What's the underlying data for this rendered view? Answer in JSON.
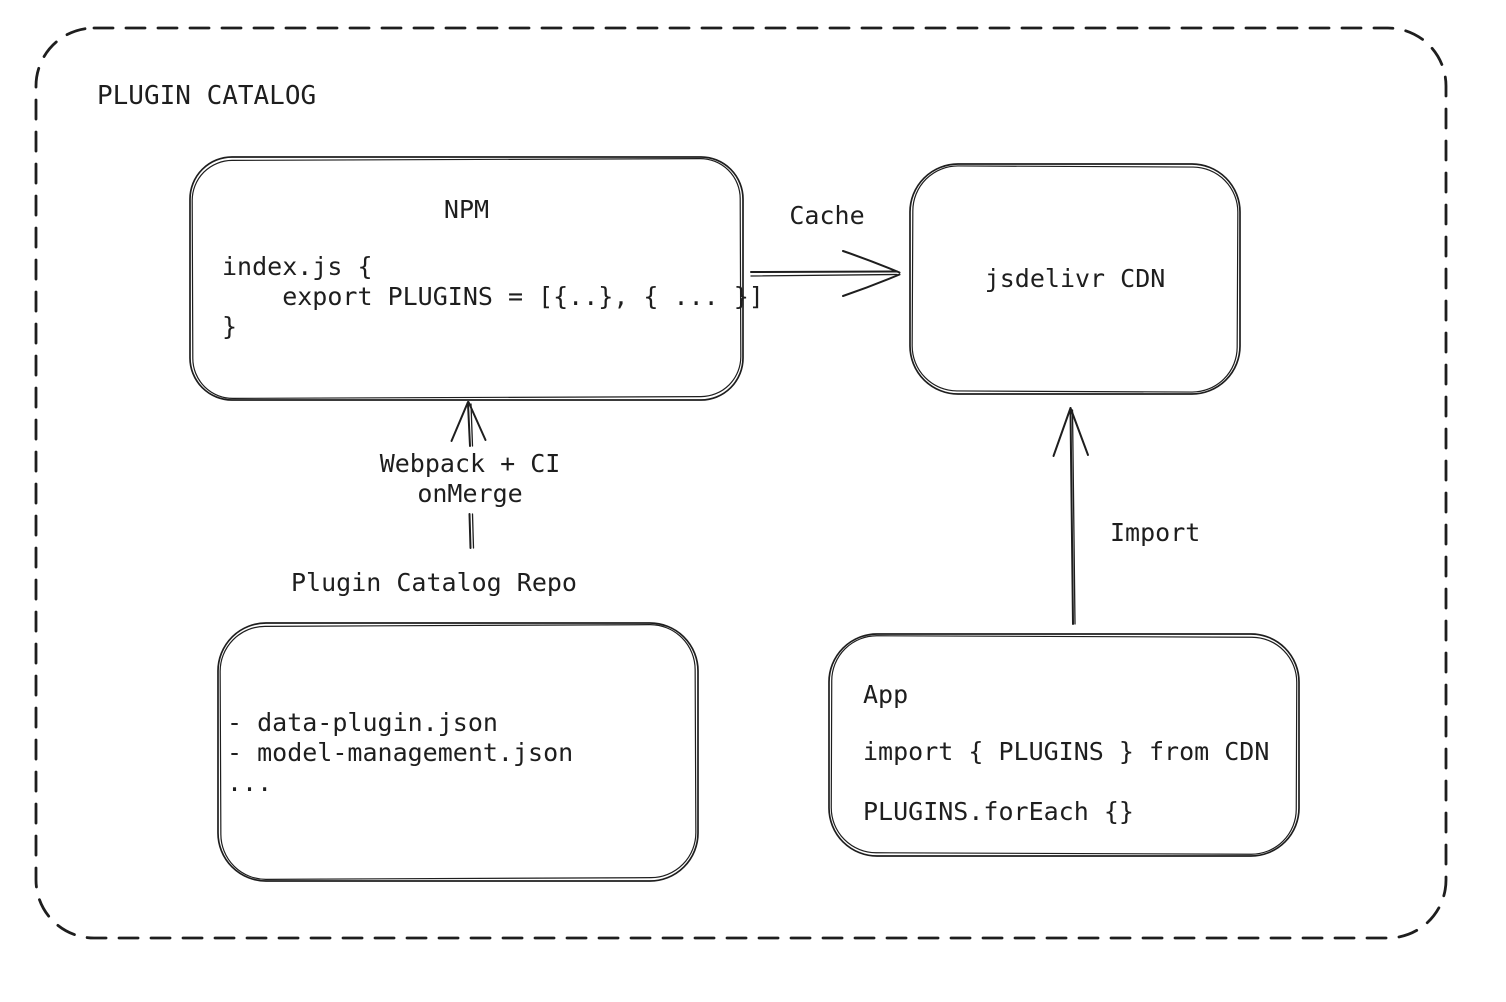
{
  "colors": {
    "ink": "#1e1e1e",
    "background": "#ffffff"
  },
  "catalog": {
    "title": "PLUGIN CATALOG"
  },
  "nodes": {
    "npm": {
      "title": "NPM",
      "code": [
        "index.js {",
        "    export PLUGINS = [{..}, { ... }]",
        "}"
      ]
    },
    "cdn": {
      "label": "jsdelivr CDN"
    },
    "repo": {
      "label": "Plugin Catalog Repo",
      "files": [
        "- data-plugin.json",
        "- model-management.json",
        "..."
      ]
    },
    "app": {
      "title": "App",
      "code": [
        "import { PLUGINS } from CDN",
        "PLUGINS.forEach {}"
      ]
    }
  },
  "edges": {
    "cache": {
      "label": "Cache"
    },
    "build": {
      "label": [
        "Webpack + CI",
        "onMerge"
      ]
    },
    "import": {
      "label": "Import"
    }
  }
}
